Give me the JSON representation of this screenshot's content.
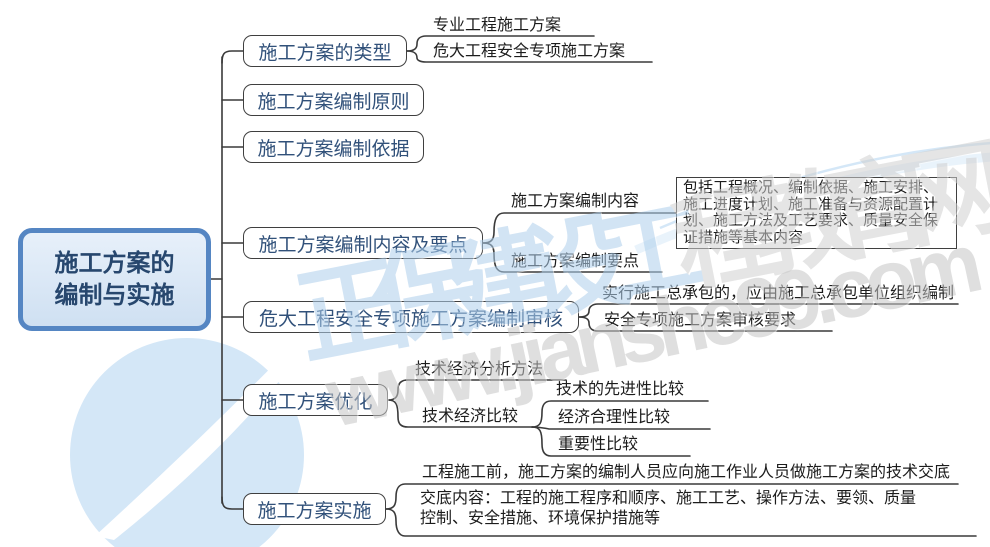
{
  "root": {
    "line1": "施工方案的",
    "line2": "编制与实施"
  },
  "branches": [
    {
      "label": "施工方案的类型",
      "children": [
        {
          "text": "专业工程施工方案"
        },
        {
          "text": "危大工程安全专项施工方案"
        }
      ]
    },
    {
      "label": "施工方案编制原则",
      "children": []
    },
    {
      "label": "施工方案编制依据",
      "children": []
    },
    {
      "label": "施工方案编制内容及要点",
      "children": [
        {
          "text": "施工方案编制内容",
          "note": "包括工程概况、编制依据、施工安排、施工进度计划、施工准备与资源配置计划、施工方法及工艺要求、质量安全保证措施等基本内容"
        },
        {
          "text": "施工方案编制要点"
        }
      ]
    },
    {
      "label": "危大工程安全专项施工方案编制审核",
      "children": [
        {
          "text": "实行施工总承包的，应由施工总承包单位组织编制"
        },
        {
          "text": "安全专项施工方案审核要求"
        }
      ]
    },
    {
      "label": "施工方案优化",
      "children": [
        {
          "text": "技术经济分析方法"
        },
        {
          "text": "技术经济比较",
          "children": [
            {
              "text": "技术的先进性比较"
            },
            {
              "text": "经济合理性比较"
            },
            {
              "text": "重要性比较"
            }
          ]
        }
      ]
    },
    {
      "label": "施工方案实施",
      "children": [
        {
          "text": "工程施工前，施工方案的编制人员应向施工作业人员做施工方案的技术交底"
        },
        {
          "text": "交底内容：工程的施工程序和顺序、施工工艺、操作方法、要领、质量控制、安全措施、环境保护措施等"
        }
      ]
    }
  ],
  "watermark": {
    "brand_blue": "正保建设工",
    "brand_gray": "程教育网",
    "url": "www.jianshe99.com"
  },
  "colors": {
    "root_border": "#5586c3",
    "root_fill": "#d6e4f4",
    "root_text": "#27476e",
    "branch_text": "#31517a",
    "leaf_text": "#1c1c1c",
    "connector": "#3a3a3a",
    "watermark_blue": "#aecfec",
    "watermark_gray": "#d0d0d0",
    "logo_circle": "#d4e7f7"
  }
}
